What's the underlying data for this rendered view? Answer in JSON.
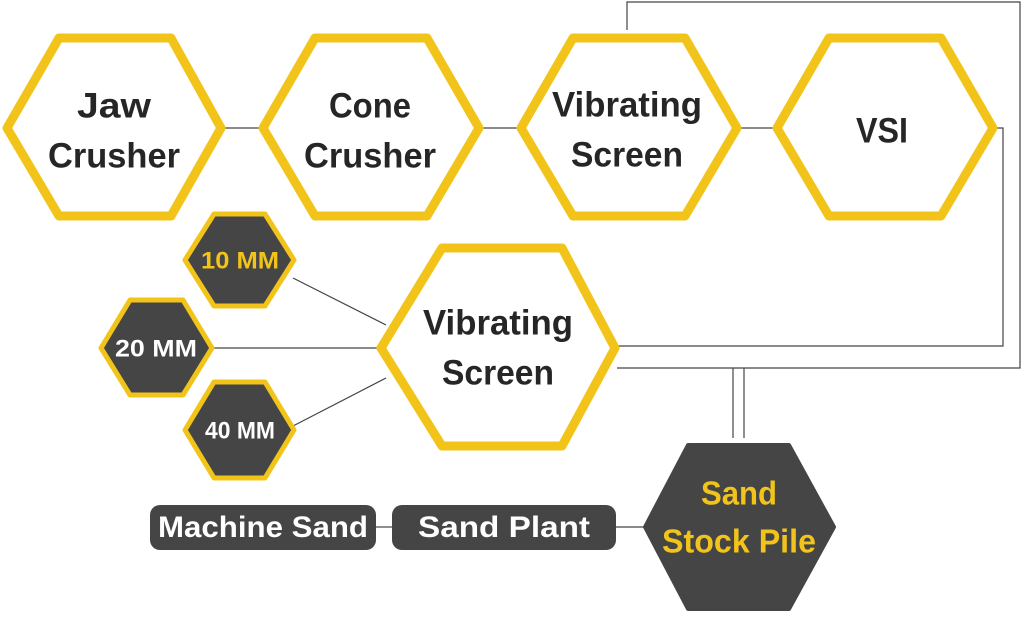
{
  "colors": {
    "gold": "#f2c41a",
    "dark": "#454545",
    "text_dark": "#262626",
    "white": "#ffffff",
    "line": "#444444"
  },
  "nodes": {
    "jaw_crusher": [
      "Jaw",
      "Crusher"
    ],
    "cone_crusher": [
      "Cone",
      "Crusher"
    ],
    "vibrating_screen_top": [
      "Vibrating",
      "Screen"
    ],
    "vsi": [
      "VSI"
    ],
    "vibrating_screen_mid": [
      "Vibrating",
      "Screen"
    ],
    "mm10": "10 MM",
    "mm20": "20 MM",
    "mm40": "40 MM",
    "sand_stock_pile": [
      "Sand",
      "Stock Pile"
    ],
    "sand_plant": "Sand Plant",
    "machine_sand": "Machine Sand"
  }
}
